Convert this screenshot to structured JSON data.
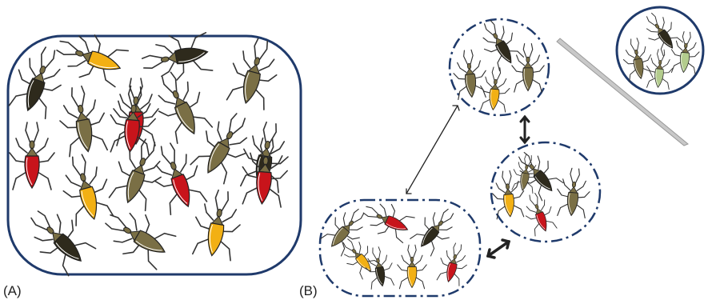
{
  "figure": {
    "panel_a_label": "(A)",
    "panel_b_label": "(B)"
  },
  "colors": {
    "enclosure_stroke": "#1f3a6b",
    "body_olive": "#7a6f45",
    "body_dark": "#2e2a1c",
    "body_red": "#c8141b",
    "body_yellow": "#f2b014",
    "body_light_green": "#b3cc8d",
    "leg_stroke": "#333333",
    "arrow_stroke": "#222222",
    "barrier_fill": "#c8c8c8"
  },
  "panel_a": {
    "insects": [
      "dark",
      "yellow",
      "dark",
      "olive",
      "olive",
      "red",
      "olive",
      "olive",
      "red",
      "dark",
      "red",
      "yellow",
      "olive",
      "red",
      "red",
      "dark",
      "olive",
      "yellow"
    ]
  },
  "panel_b": {
    "group_top": [
      "olive",
      "dark",
      "olive",
      "yellow"
    ],
    "group_right": [
      "dark",
      "yellow",
      "olive",
      "red",
      "olive"
    ],
    "group_bottom": [
      "olive",
      "red",
      "dark",
      "yellow",
      "dark",
      "yellow",
      "red"
    ],
    "isolated_group": [
      "olive",
      "dark",
      "light_green",
      "light_green"
    ]
  }
}
